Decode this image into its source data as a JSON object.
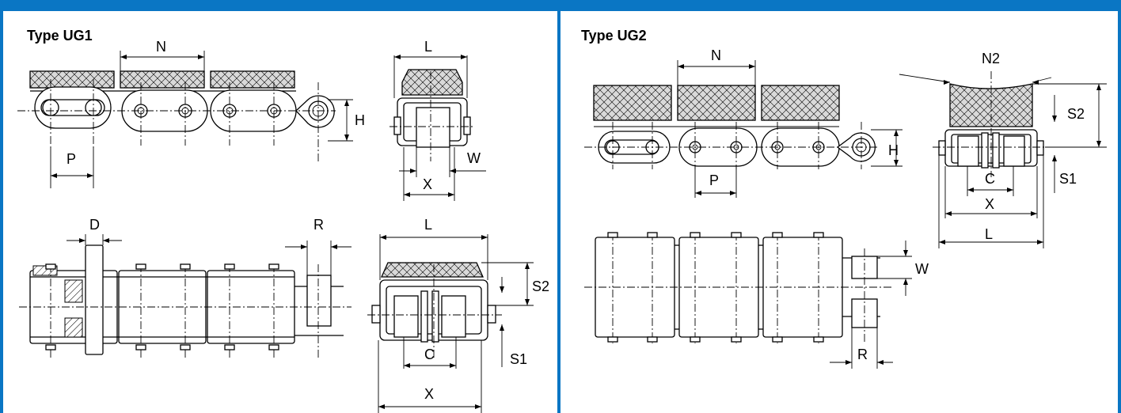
{
  "panels": {
    "left": {
      "title": "Type UG1",
      "labels": {
        "N": "N",
        "H": "H",
        "P": "P",
        "L_top": "L",
        "W": "W",
        "X_top": "X",
        "D": "D",
        "R": "R",
        "L_bottom": "L",
        "S2": "S2",
        "S1": "S1",
        "C": "C",
        "X_bottom": "X"
      }
    },
    "right": {
      "title": "Type UG2",
      "labels": {
        "N": "N",
        "H": "H",
        "P": "P",
        "N2": "N2",
        "S2": "S2",
        "S1": "S1",
        "C": "C",
        "X": "X",
        "L": "L",
        "W": "W",
        "R": "R"
      }
    }
  },
  "colors": {
    "frame": "#0a76c4",
    "pad_fill": "#d9d9d9",
    "line": "#000000"
  }
}
